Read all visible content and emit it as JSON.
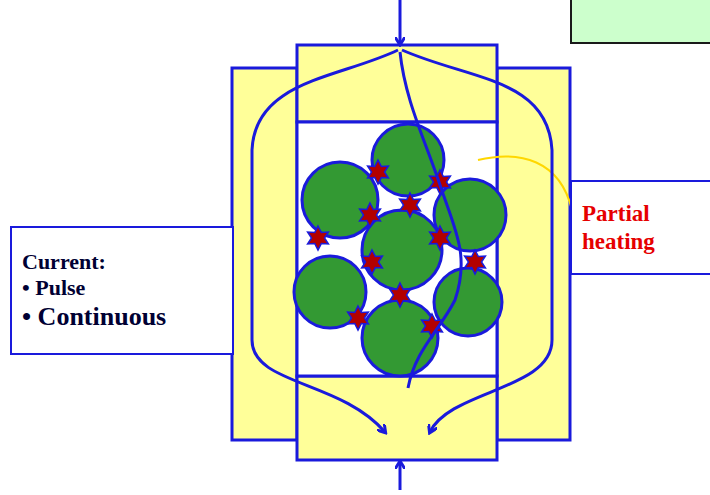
{
  "diagram": {
    "nodes": [
      {
        "text": [
          "Current:",
          "• Pulse",
          "• Continuous"
        ]
      },
      {
        "text": [
          "Partial heating"
        ]
      }
    ]
  }
}
